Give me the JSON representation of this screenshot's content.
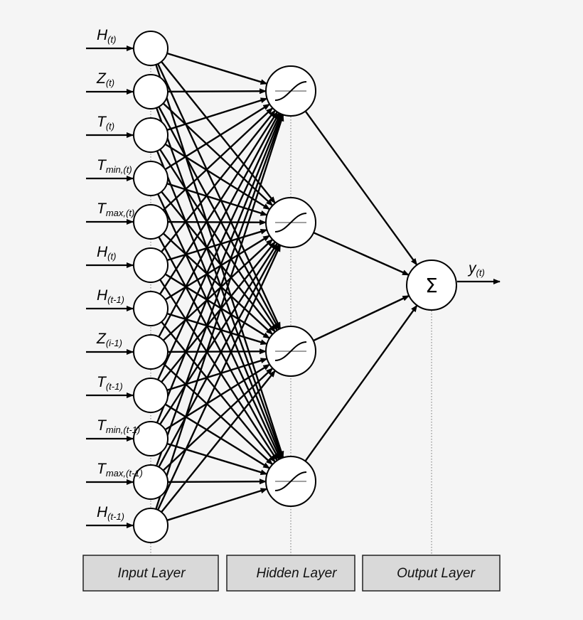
{
  "inputs": [
    {
      "main": "H",
      "sub": "(t)"
    },
    {
      "main": "Z",
      "sub": "(t)"
    },
    {
      "main": "T",
      "sub": "(t)"
    },
    {
      "main": "T",
      "sub": "min,(t)"
    },
    {
      "main": "T",
      "sub": "max,(t)"
    },
    {
      "main": "H",
      "sub": "(t)"
    },
    {
      "main": "H",
      "sub": "(t-1)"
    },
    {
      "main": "Z",
      "sub": "(i-1)"
    },
    {
      "main": "T",
      "sub": "(t-1)"
    },
    {
      "main": "T",
      "sub": "min,(t-1)"
    },
    {
      "main": "T",
      "sub": "max,(t-1)"
    },
    {
      "main": "H",
      "sub": "(t-1)"
    }
  ],
  "hidden_count": 4,
  "output": {
    "symbol": "Σ",
    "main": "y",
    "sub": "(t)"
  },
  "layers": {
    "input": "Input Layer",
    "hidden": "Hidden Layer",
    "output": "Output Layer"
  }
}
